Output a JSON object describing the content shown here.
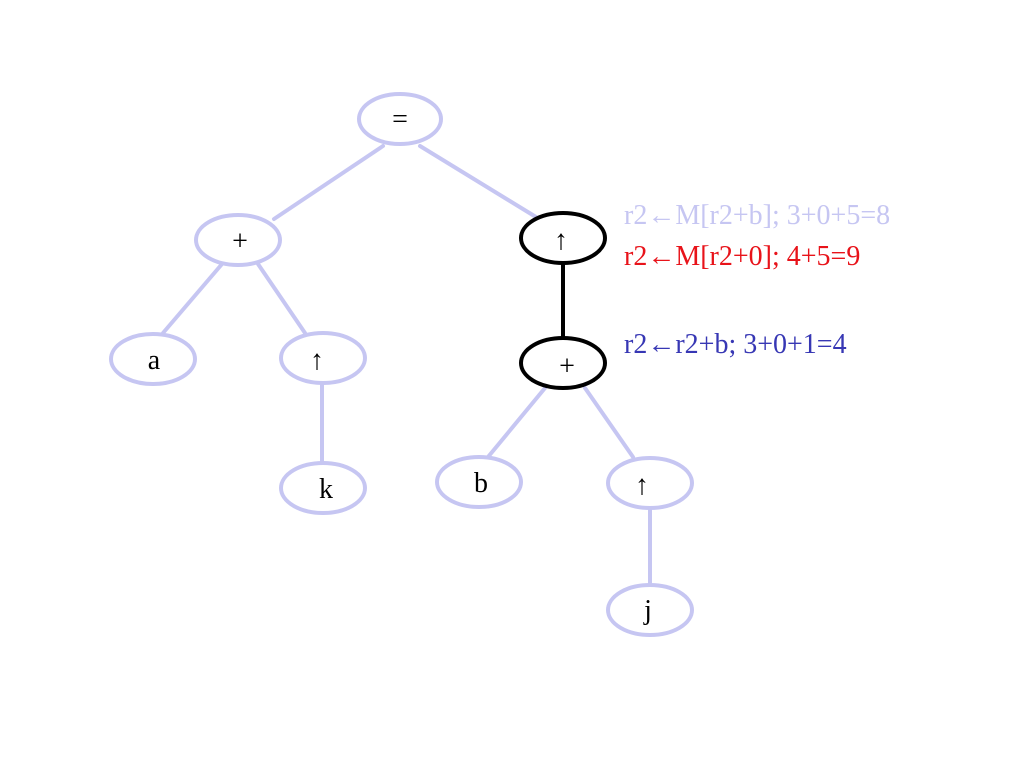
{
  "colors": {
    "faded": "#c6c6f2",
    "active": "#000000",
    "ann_faded": "#c6c6f2",
    "ann_red": "#e8131a",
    "ann_blue": "#3737b4"
  },
  "nodes": {
    "root": "=",
    "left_plus": "+",
    "a": "a",
    "left_deref": "↑",
    "k": "k",
    "right_deref": "↑",
    "right_plus": "+",
    "b": "b",
    "inner_deref": "↑",
    "j": "j"
  },
  "annotations": {
    "faded": "r2←M[r2+b]; 3+0+5=8",
    "red": "r2←M[r2+0]; 4+5=9",
    "blue": "r2←r2+b; 3+0+1=4"
  }
}
